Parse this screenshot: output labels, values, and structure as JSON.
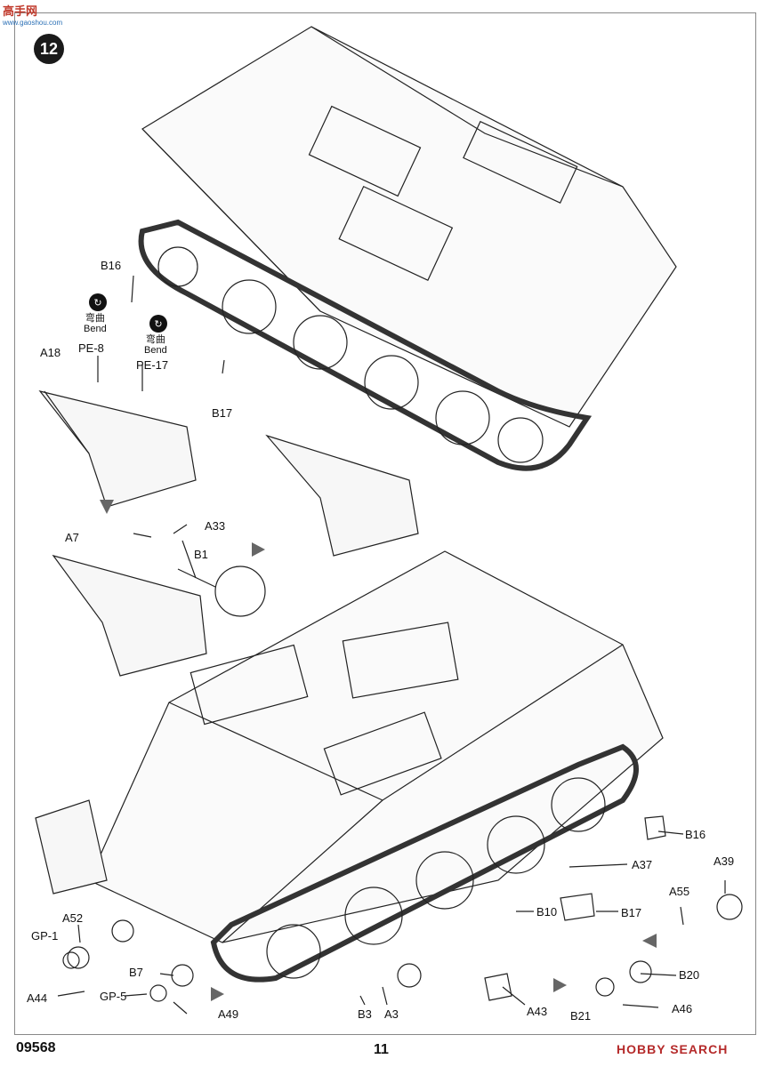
{
  "watermark": {
    "top_text": "高手网",
    "top_url": "www.gaoshou.com"
  },
  "step": {
    "number": "12"
  },
  "bend": {
    "cn": "弯曲",
    "en": "Bend"
  },
  "labels": {
    "B16_top": "B16",
    "PE8": "PE-8",
    "PE17": "PE-17",
    "A18": "A18",
    "B17_top": "B17",
    "A7": "A7",
    "A33": "A33",
    "B1": "B1",
    "B16_right": "B16",
    "A37": "A37",
    "A39": "A39",
    "A55": "A55",
    "B10": "B10",
    "B17_right": "B17",
    "A52": "A52",
    "GP1": "GP-1",
    "A44": "A44",
    "B7": "B7",
    "GP5": "GP-5",
    "A49": "A49",
    "B3": "B3",
    "A3": "A3",
    "A43": "A43",
    "B20": "B20",
    "B21": "B21",
    "A46": "A46"
  },
  "footer": {
    "code": "09568",
    "page": "11",
    "brand": "HOBBY SEARCH"
  }
}
